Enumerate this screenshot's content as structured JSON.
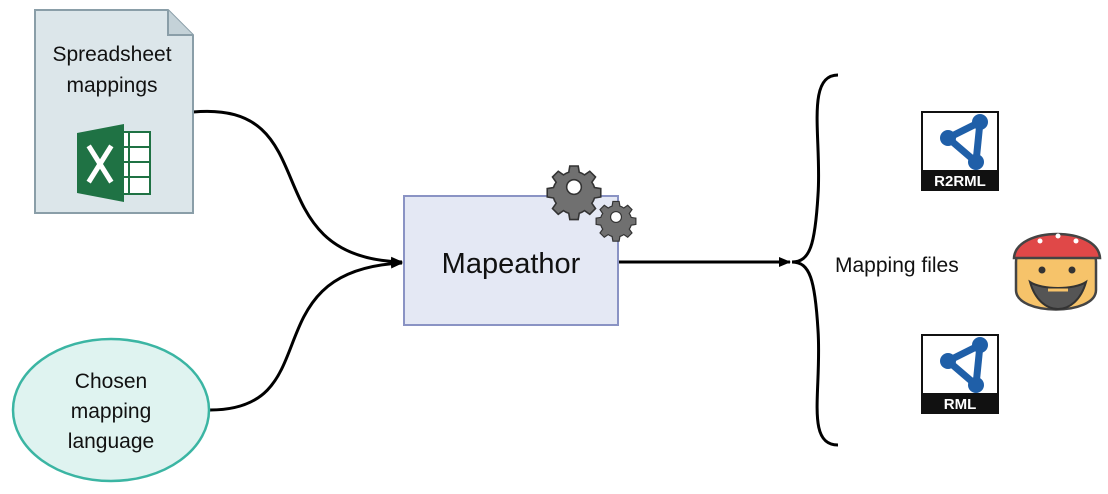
{
  "nodes": {
    "spreadsheet": {
      "line1": "Spreadsheet",
      "line2": "mappings",
      "icon": "excel-icon"
    },
    "language": {
      "line1": "Chosen",
      "line2": "mapping",
      "line3": "language"
    },
    "tool": {
      "label": "Mapeathor",
      "icon": "gears-icon"
    },
    "output": {
      "label": "Mapping files"
    }
  },
  "outputs": [
    {
      "badge": "R2RML",
      "icon": "rdf-graph-icon"
    },
    {
      "badge": "RML",
      "icon": "rdf-graph-icon"
    }
  ],
  "colors": {
    "document_fill": "#dce6ea",
    "document_stroke": "#8a9ea8",
    "excel_green": "#1f7244",
    "ellipse_fill": "#dff3f0",
    "ellipse_stroke": "#3bb5a3",
    "box_fill": "#e4e8f4",
    "box_stroke": "#8a93c4",
    "gear": "#707070",
    "graph_blue": "#1f5fa8"
  }
}
